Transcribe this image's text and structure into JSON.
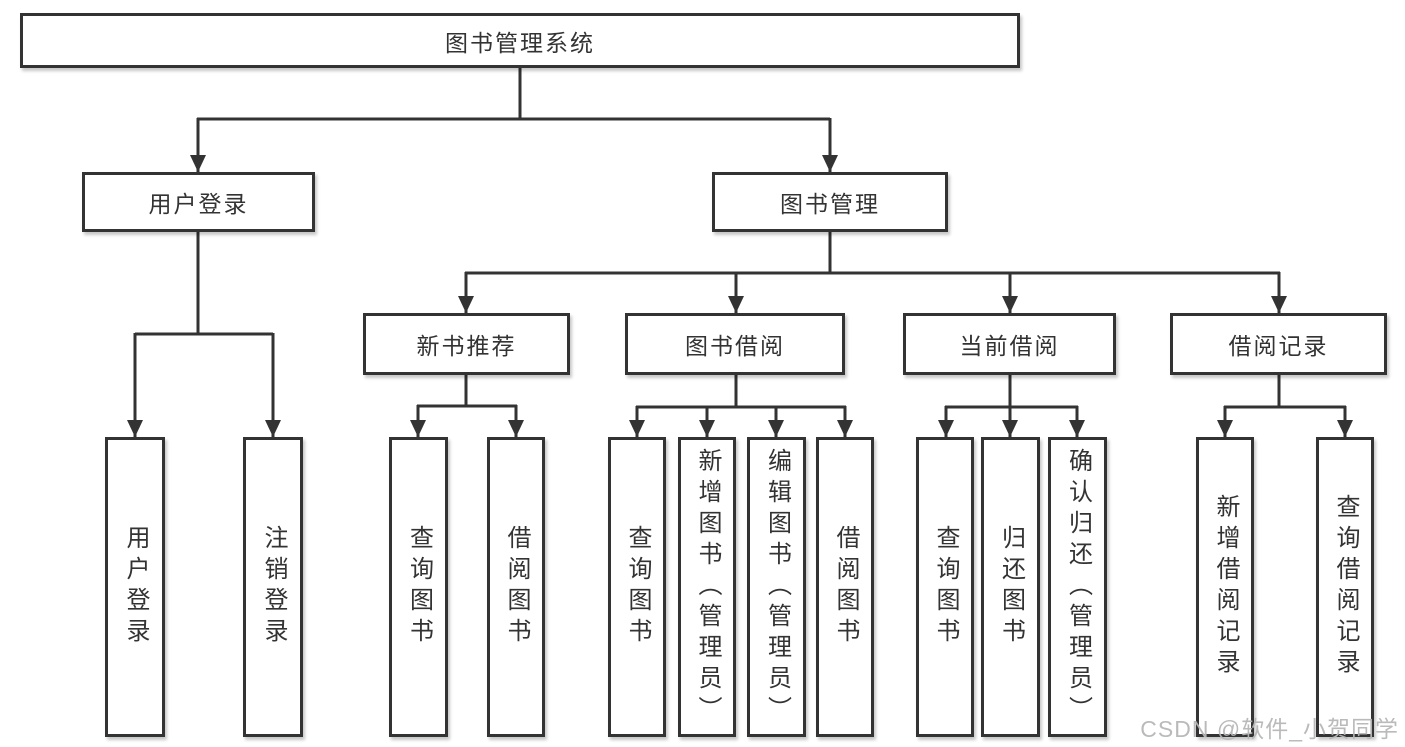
{
  "diagram": {
    "type": "tree-structure-diagram",
    "nodes": {
      "root": "图书管理系统",
      "user_login": "用户登录",
      "book_management": "图书管理",
      "new_book_recommend": "新书推荐",
      "book_borrow": "图书借阅",
      "current_borrow": "当前借阅",
      "borrow_records": "借阅记录",
      "leaf_user_login": "用户登录",
      "leaf_logout": "注销登录",
      "leaf_nbr_query_books": "查询图书",
      "leaf_nbr_borrow_books": "借阅图书",
      "leaf_bb_query_books": "查询图书",
      "leaf_bb_add_books": "新增图书（管理员）",
      "leaf_bb_edit_books": "编辑图书（管理员）",
      "leaf_bb_borrow_books": "借阅图书",
      "leaf_cb_query_books": "查询图书",
      "leaf_cb_return_books": "归还图书",
      "leaf_cb_confirm_return": "确认归还（管理员）",
      "leaf_br_add_record": "新增借阅记录",
      "leaf_br_query_record": "查询借阅记录"
    },
    "colors": {
      "line": "#333333",
      "box_border": "#333333",
      "box_fill": "#ffffff",
      "text": "#333333",
      "watermark_text": "#b7b7b7"
    }
  },
  "watermark": "CSDN @软件_小贺同学"
}
